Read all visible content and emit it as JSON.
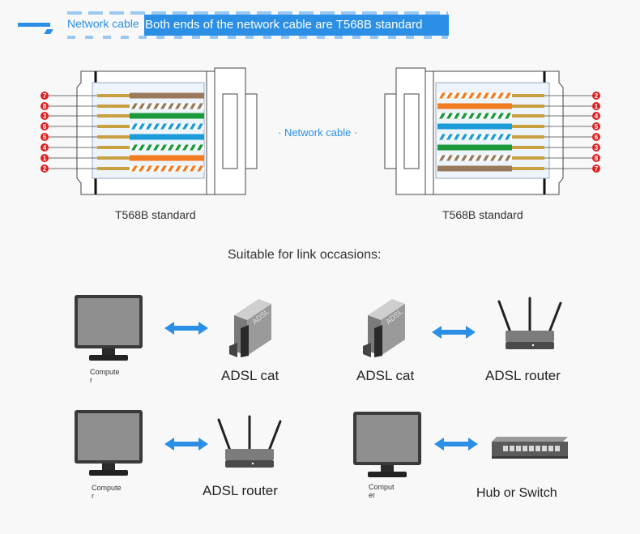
{
  "header": {
    "label": "Network cable",
    "banner": "Both ends of the network cable are T568B standard"
  },
  "connectors": {
    "left_caption": "T568B standard",
    "right_caption": "T568B standard",
    "middle_label": "· Network cable ·",
    "left_pins": [
      "7",
      "8",
      "3",
      "6",
      "5",
      "4",
      "1",
      "2"
    ],
    "right_pins": [
      "2",
      "1",
      "4",
      "5",
      "6",
      "3",
      "8",
      "7"
    ],
    "left_wires": [
      "brown",
      "brown-white",
      "green",
      "blue-white",
      "blue",
      "green-white",
      "orange",
      "orange-white"
    ],
    "right_wires": [
      "orange-white",
      "orange",
      "green-white",
      "blue",
      "blue-white",
      "green",
      "brown-white",
      "brown"
    ],
    "colors": {
      "orange": "#f47c20",
      "green": "#1a9a3a",
      "blue": "#1b9bd8",
      "brown": "#9a7a5c",
      "pin": "#e02020",
      "gold": "#c8a040",
      "arrow": "#2b8fe6"
    }
  },
  "occasions": {
    "title": "Suitable for link occasions:",
    "computer_label_1": "Compute\nr",
    "computer_label_2": "Compute\nr",
    "computer_label_3": "Comput\ner",
    "adsl_cat_1": "ADSL cat",
    "adsl_cat_2": "ADSL cat",
    "adsl_router_1": "ADSL router",
    "adsl_router_2": "ADSL router",
    "hub": "Hub or Switch",
    "modem_text": "ADSL"
  }
}
